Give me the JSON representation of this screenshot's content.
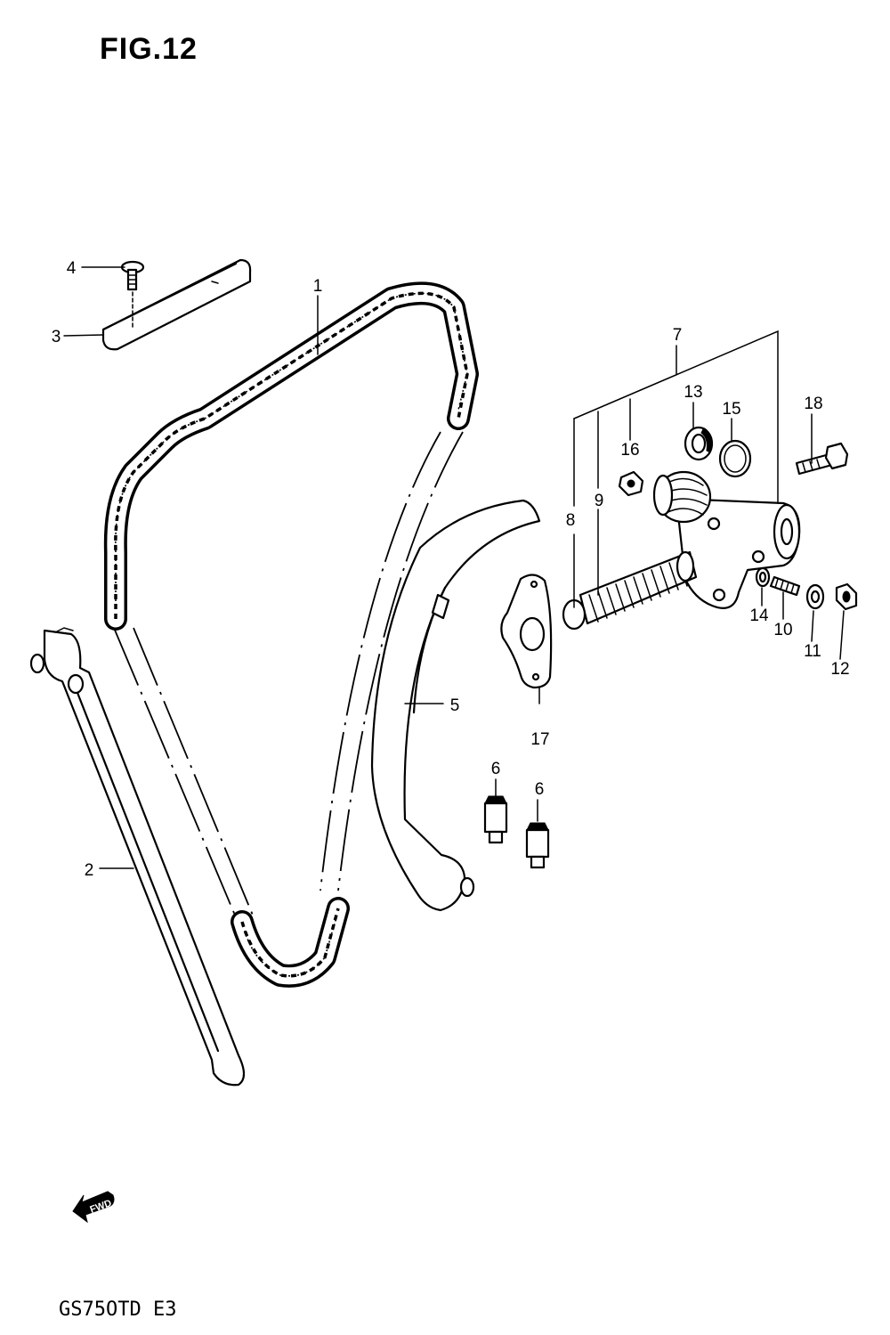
{
  "figure": {
    "title": "FIG.12",
    "model_code": "GS75OTD  E3",
    "fwd_label": "FWD"
  },
  "callouts": [
    "1",
    "2",
    "3",
    "4",
    "5",
    "6",
    "6",
    "7",
    "8",
    "9",
    "10",
    "11",
    "12",
    "13",
    "14",
    "15",
    "16",
    "17",
    "18"
  ]
}
